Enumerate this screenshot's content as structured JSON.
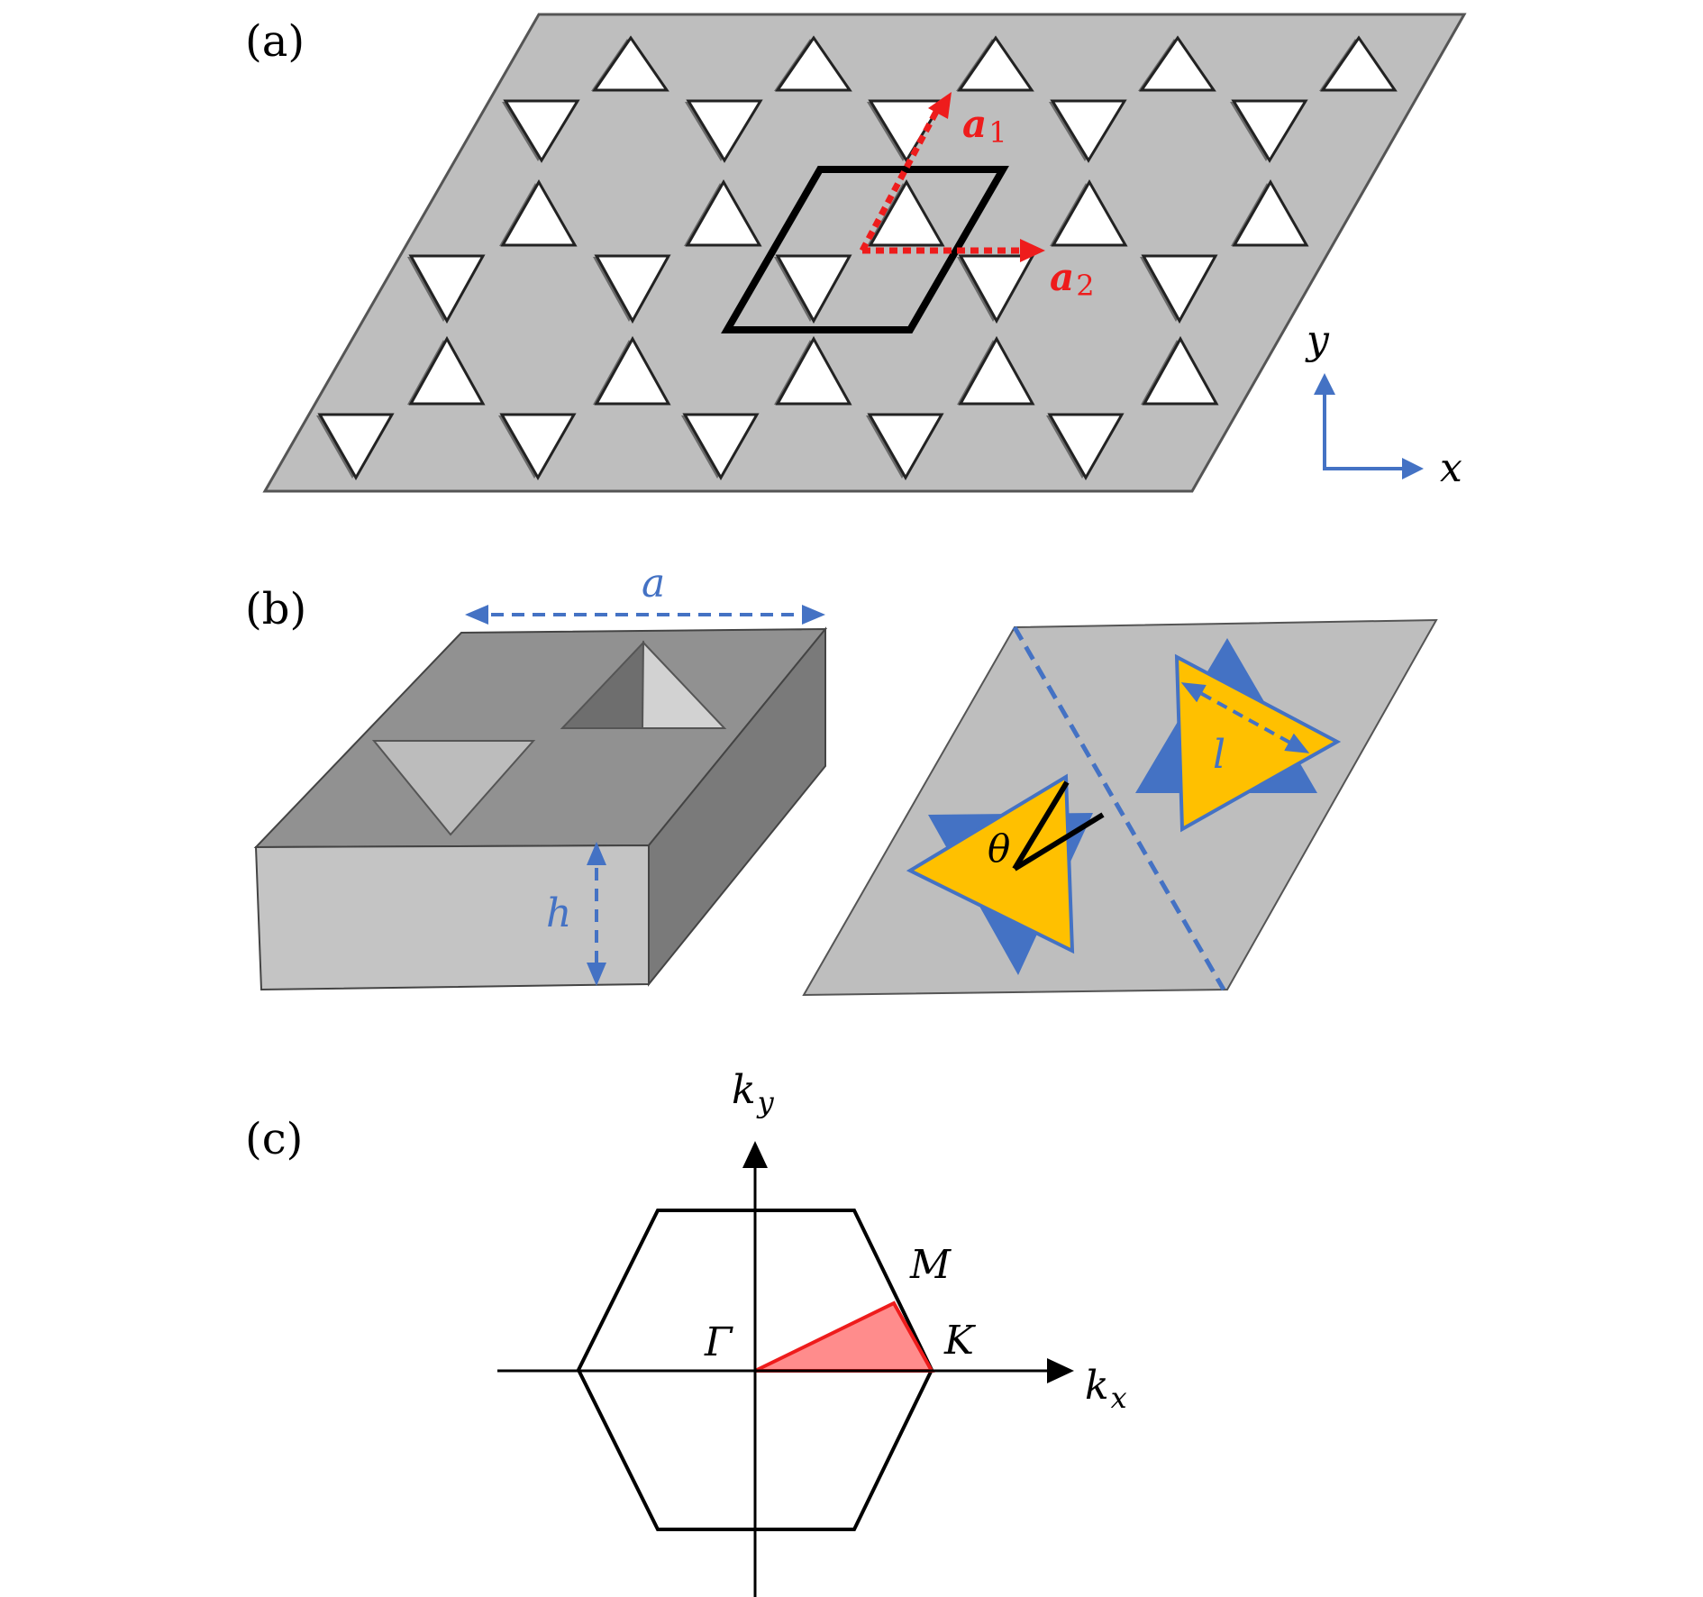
{
  "figure": {
    "panel_a": {
      "label": "(a)",
      "vector_a1": {
        "symbol": "a",
        "subscript": "1"
      },
      "vector_a2": {
        "symbol": "a",
        "subscript": "2"
      },
      "axis_x": "x",
      "axis_y": "y"
    },
    "panel_b": {
      "label": "(b)",
      "dim_a": "a",
      "dim_h": "h",
      "dim_l": "l",
      "angle": "θ"
    },
    "panel_c": {
      "label": "(c)",
      "kx": {
        "symbol": "k",
        "subscript": "x"
      },
      "ky": {
        "symbol": "k",
        "subscript": "y"
      },
      "gamma": "Γ",
      "M": "M",
      "K": "K"
    }
  },
  "colors": {
    "slab": "#bebebe",
    "slab_edge": "#555555",
    "vector_red": "#ee1c1c",
    "axis_blue": "#4472c4",
    "triangle_yellow": "#ffc000",
    "triangle_blue": "#4472c4",
    "ibz_fill": "#ff8c8c",
    "ibz_edge": "#ee1c1c"
  }
}
